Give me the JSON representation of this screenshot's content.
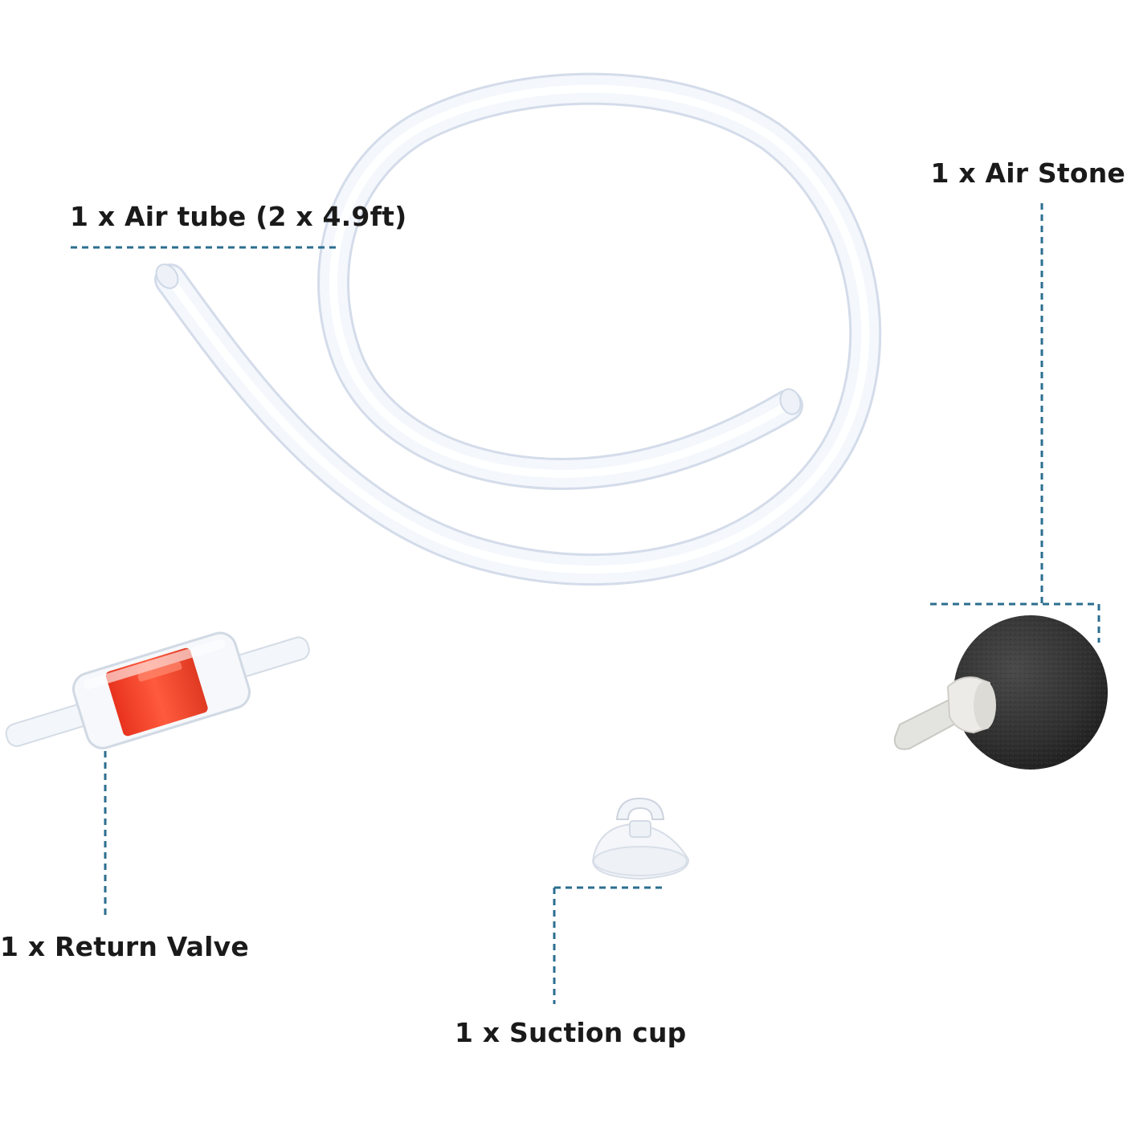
{
  "labels": {
    "air_tube": "1 x Air tube (2 x 4.9ft)",
    "air_stone": "1 x Air Stone",
    "return_valve": "1 x Return Valve",
    "suction_cup": "1 x Suction cup"
  },
  "colors": {
    "leader_line": "#2b6e8f",
    "label_text": "#1a1a1a",
    "valve_red": "#f0412a",
    "stone_dark": "#3a3a3a",
    "tube_edge": "#d6dfec"
  },
  "icons": [
    "air-tube-coil",
    "air-stone",
    "return-valve",
    "suction-cup"
  ]
}
